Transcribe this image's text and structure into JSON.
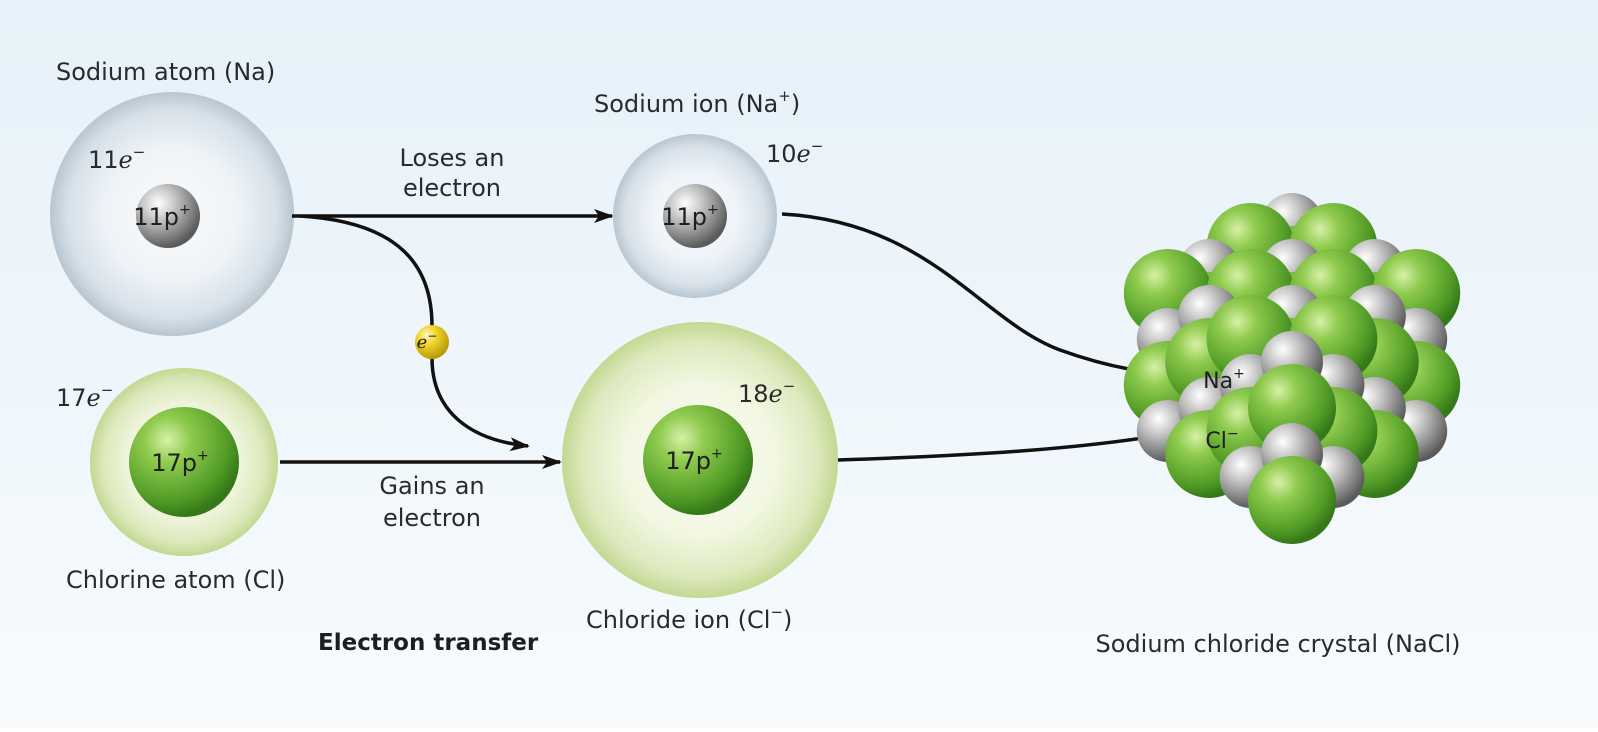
{
  "diagram": {
    "title": "Electron transfer",
    "sodium_atom": {
      "label": "Sodium atom (Na)",
      "electrons": "11",
      "nucleus": "11p",
      "charge_sup": "+"
    },
    "sodium_ion": {
      "label_prefix": "Sodium ion (Na",
      "label_sup": "+",
      "label_suffix": ")",
      "electrons": "10",
      "nucleus": "11p",
      "charge_sup": "+"
    },
    "chlorine_atom": {
      "label": "Chlorine atom (Cl)",
      "electrons": "17",
      "nucleus": "17p",
      "charge_sup": "+"
    },
    "chloride_ion": {
      "label_prefix": "Chloride ion (Cl",
      "label_sup": "−",
      "label_suffix": ")",
      "electrons": "18",
      "nucleus": "17p",
      "charge_sup": "+"
    },
    "electron_symbol": "e",
    "electron_sup": "−",
    "arrow_loses": {
      "line1": "Loses an",
      "line2": "electron"
    },
    "arrow_gains": {
      "line1": "Gains an",
      "line2": "electron"
    },
    "crystal": {
      "label": "Sodium chloride crystal (NaCl)",
      "na_label": "Na",
      "na_sup": "+",
      "cl_label": "Cl",
      "cl_sup": "−"
    },
    "colors": {
      "background_top": "#e8f2f9",
      "sodium_shell": "#c9d6e0",
      "chlorine_shell": "#d3e4a8",
      "chlorine_green": "#6bb238",
      "sodium_gray": "#9a9a9a",
      "electron_yellow": "#f1d21e"
    }
  }
}
